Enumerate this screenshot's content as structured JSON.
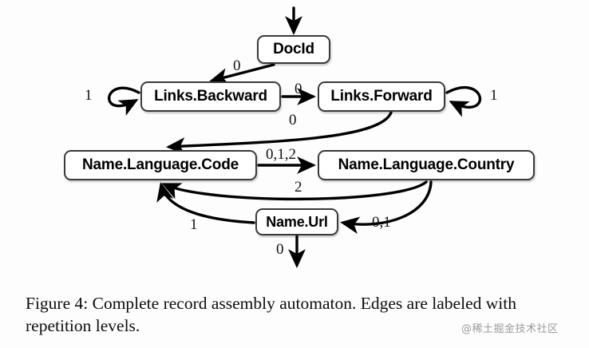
{
  "figure": {
    "caption": "Figure 4: Complete record assembly automaton. Edges are labeled with repetition levels.",
    "watermark": "@稀土掘金技术社区"
  },
  "diagram": {
    "type": "finite-state-automaton",
    "nodes": [
      {
        "id": "docid",
        "label": "DocId"
      },
      {
        "id": "backward",
        "label": "Links.Backward"
      },
      {
        "id": "forward",
        "label": "Links.Forward"
      },
      {
        "id": "code",
        "label": "Name.Language.Code"
      },
      {
        "id": "country",
        "label": "Name.Language.Country"
      },
      {
        "id": "url",
        "label": "Name.Url"
      }
    ],
    "edges": [
      {
        "id": "start-docid",
        "from": "start",
        "to": "docid",
        "label": ""
      },
      {
        "id": "docid-backward",
        "from": "docid",
        "to": "backward",
        "label": "0"
      },
      {
        "id": "backward-self",
        "from": "backward",
        "to": "backward",
        "label": "1"
      },
      {
        "id": "backward-forward",
        "from": "backward",
        "to": "forward",
        "label": "0"
      },
      {
        "id": "forward-self",
        "from": "forward",
        "to": "forward",
        "label": "1"
      },
      {
        "id": "forward-code",
        "from": "forward",
        "to": "code",
        "label": "0"
      },
      {
        "id": "code-country",
        "from": "code",
        "to": "country",
        "label": "0,1,2"
      },
      {
        "id": "country-code",
        "from": "country",
        "to": "code",
        "label": "2"
      },
      {
        "id": "country-url",
        "from": "country",
        "to": "url",
        "label": "0,1"
      },
      {
        "id": "url-code",
        "from": "url",
        "to": "code",
        "label": "1"
      },
      {
        "id": "url-end",
        "from": "url",
        "to": "end",
        "label": "0"
      }
    ],
    "colors": {
      "node_stroke": "#3a3a3a",
      "node_fill": "#ffffff",
      "edge_stroke": "#000000",
      "background": "#fdfdfd"
    }
  }
}
